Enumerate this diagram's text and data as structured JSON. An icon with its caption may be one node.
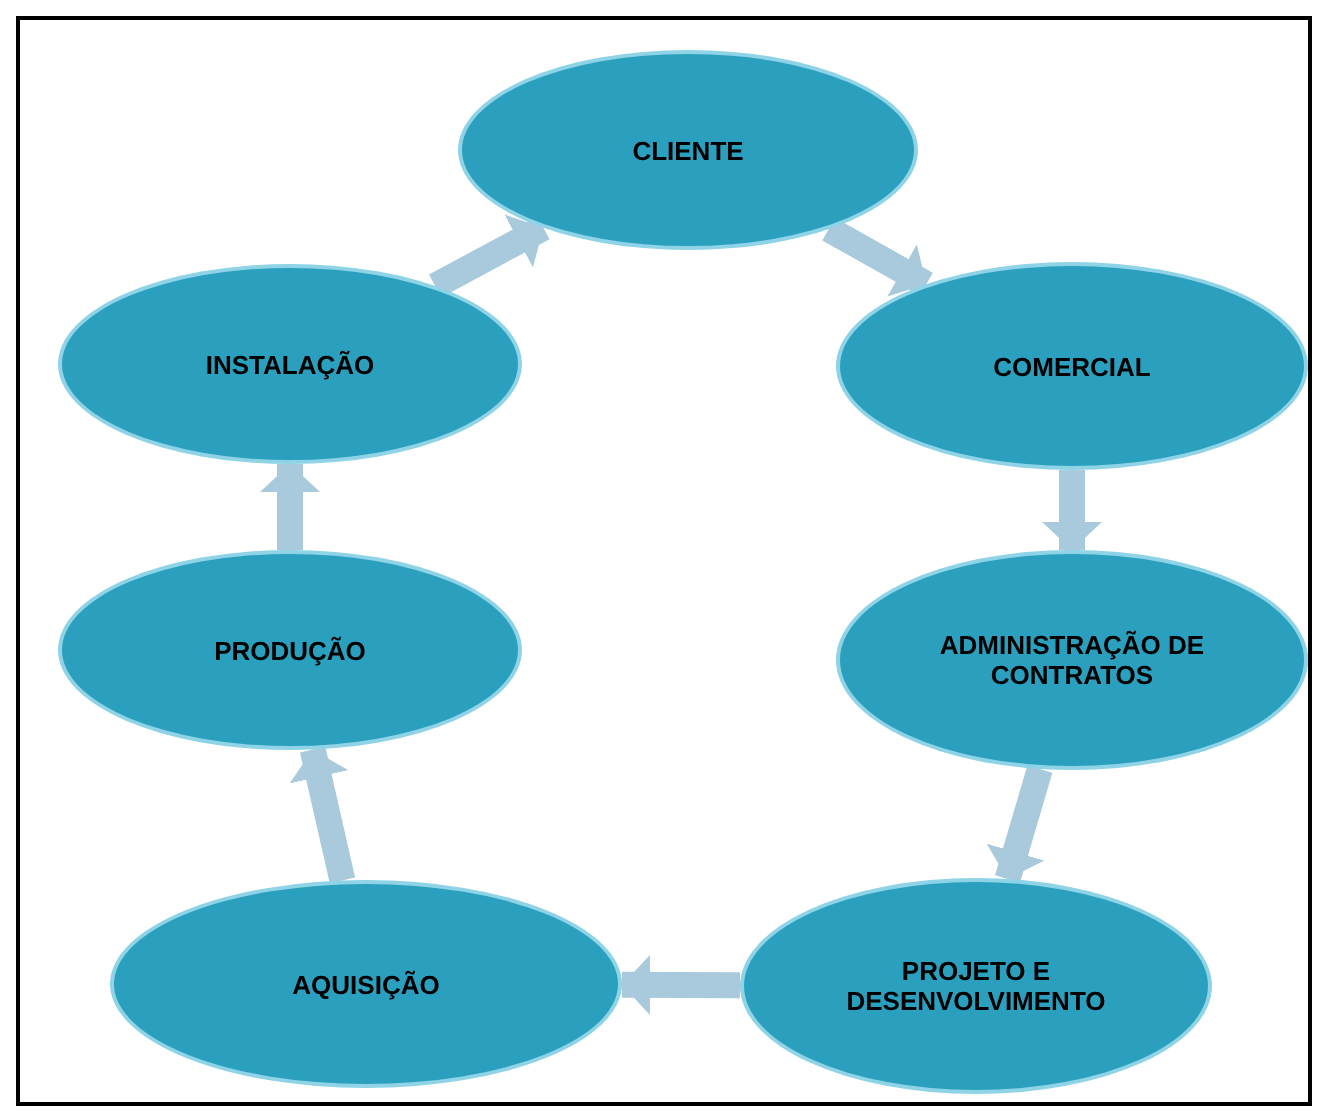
{
  "diagram": {
    "nodes": [
      {
        "text": [
          "CLIENTE"
        ]
      },
      {
        "text": [
          "COMERCIAL"
        ]
      },
      {
        "text": [
          "ADMINISTRAÇÃO DE CONTRATOS"
        ]
      },
      {
        "text": [
          "PROJETO E DESENVOLVIMENTO"
        ]
      },
      {
        "text": [
          "AQUISIÇÃO"
        ]
      },
      {
        "text": [
          "PRODUÇÃO"
        ]
      },
      {
        "text": [
          "INSTALAÇÃO"
        ]
      }
    ],
    "edges": [
      {
        "from": 0,
        "to": 1,
        "arrow": "to"
      },
      {
        "from": 1,
        "to": 2,
        "arrow": "to"
      },
      {
        "from": 2,
        "to": 3,
        "arrow": "to"
      },
      {
        "from": 3,
        "to": 4,
        "arrow": "to"
      },
      {
        "from": 4,
        "to": 5,
        "arrow": "to"
      },
      {
        "from": 5,
        "to": 6,
        "arrow": "to"
      },
      {
        "from": 6,
        "to": 0,
        "arrow": "to"
      }
    ]
  }
}
